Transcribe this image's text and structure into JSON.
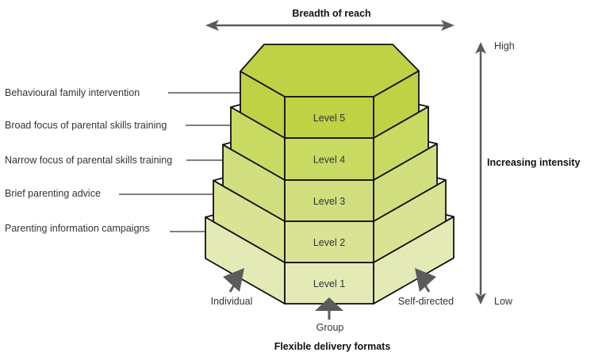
{
  "top_axis": {
    "label": "Breadth of reach"
  },
  "right_axis": {
    "label": "Increasing intensity",
    "high": "High",
    "low": "Low"
  },
  "bottom": {
    "title": "Flexible delivery formats",
    "formats": [
      "Individual",
      "Group",
      "Self-directed"
    ]
  },
  "levels": [
    {
      "label": "Level 1",
      "description": "Parenting information campaigns",
      "color": "#e4eab5"
    },
    {
      "label": "Level 2",
      "description": "Brief parenting advice",
      "color": "#d9e393"
    },
    {
      "label": "Level 3",
      "description": "Narrow focus of parental skills training",
      "color": "#d1de7e"
    },
    {
      "label": "Level 4",
      "description": "Broad focus of parental skills training",
      "color": "#c9da63"
    },
    {
      "label": "Level 5",
      "description": "Behavioural family intervention",
      "color": "#bfd144"
    }
  ],
  "colors": {
    "arrow": "#5b5b5b",
    "outline": "#111111",
    "leader": "#333333"
  }
}
